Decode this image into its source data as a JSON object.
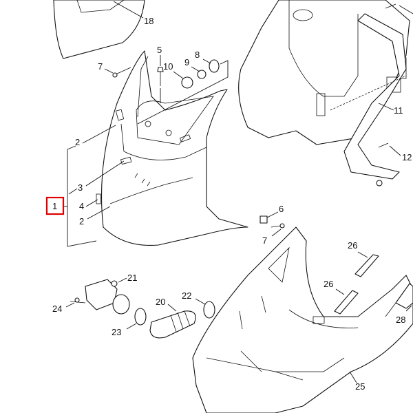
{
  "diagram": {
    "highlight_color": "#e00000",
    "callouts": {
      "c18": "18",
      "c5": "5",
      "c7a": "7",
      "c10": "10",
      "c9": "9",
      "c8": "8",
      "c2a": "2",
      "c3": "3",
      "c1": "1",
      "c4": "4",
      "c2b": "2",
      "c6": "6",
      "c7b": "7",
      "c11": "11",
      "c12": "12",
      "c26a": "26",
      "c26b": "26",
      "c21": "21",
      "c24": "24",
      "c20": "20",
      "c22": "22",
      "c23": "23",
      "c28": "28",
      "c25": "25"
    }
  }
}
